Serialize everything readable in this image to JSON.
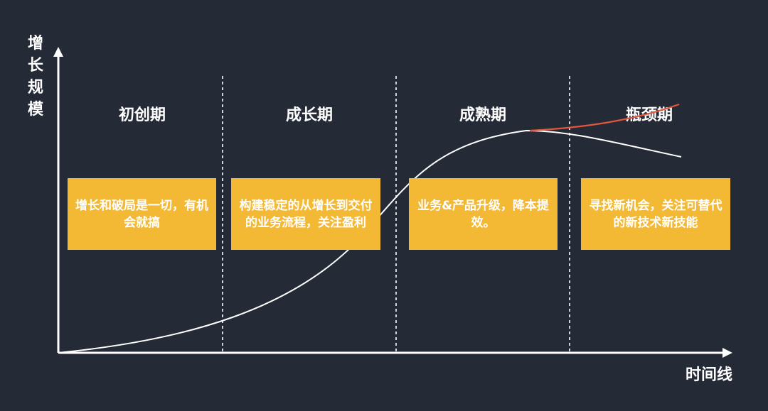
{
  "axes": {
    "y_label": "增长规模",
    "x_label": "时间线"
  },
  "stages": [
    {
      "title": "初创期",
      "note": "增长和破局是一切，有机会就搞"
    },
    {
      "title": "成长期",
      "note": "构建稳定的从增长到交付的业务流程，关注盈利"
    },
    {
      "title": "成熟期",
      "note": "业务&产品升级，降本提效。"
    },
    {
      "title": "瓶颈期",
      "note": "寻找新机会，关注可替代的新技术新技能"
    }
  ],
  "colors": {
    "background": "#252a37",
    "axis": "#ffffff",
    "curve": "#ffffff",
    "new_curve": "#e0563f",
    "note_fill": "#f4b934",
    "note_text": "#ffffff"
  }
}
